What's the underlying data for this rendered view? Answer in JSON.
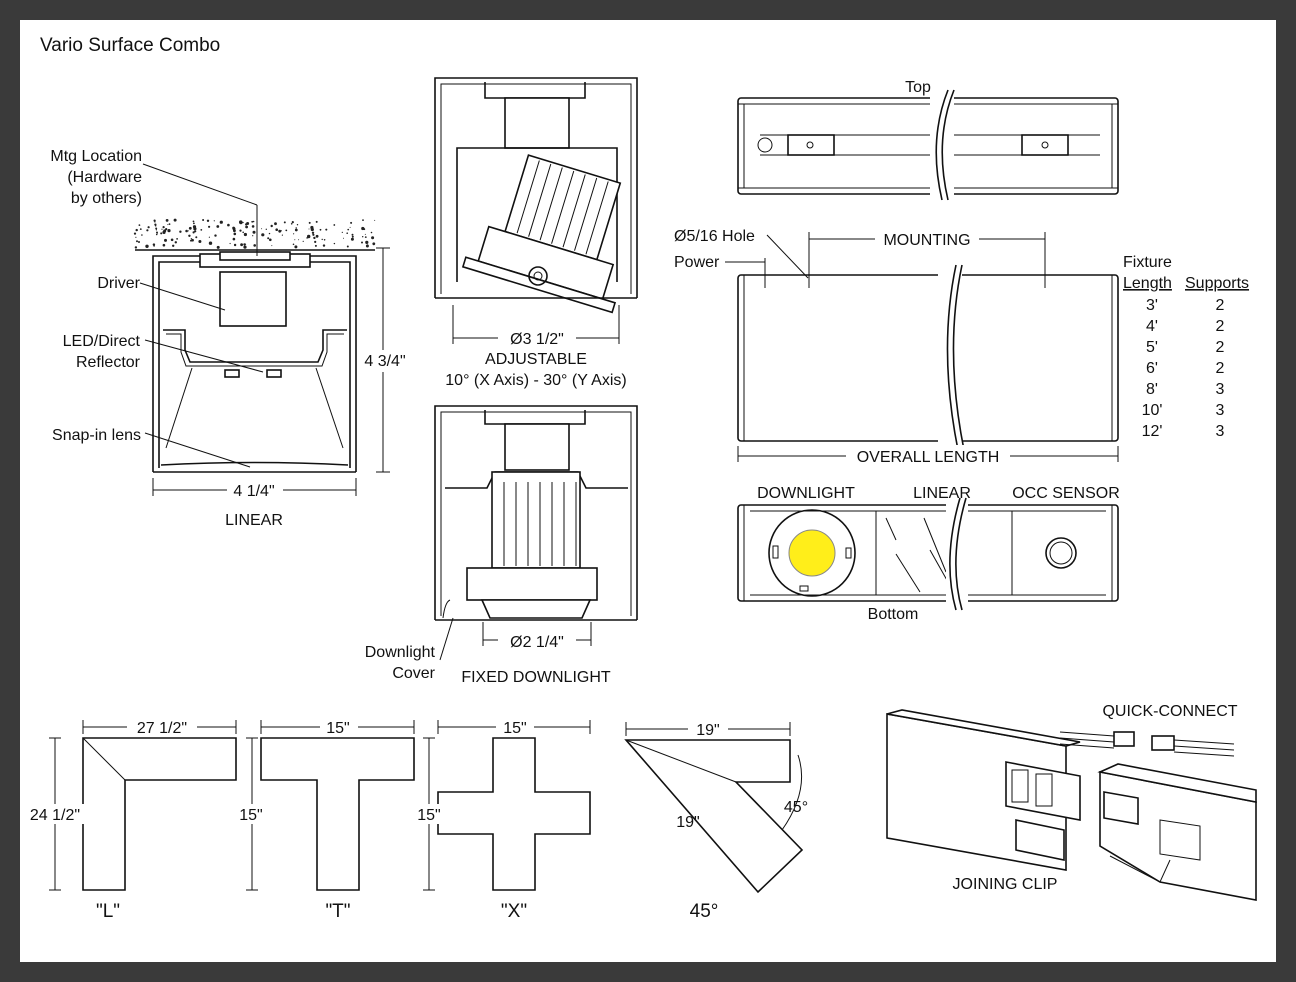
{
  "title": "Vario Surface Combo",
  "linear_section": {
    "callouts": {
      "mtg_1": "Mtg Location",
      "mtg_2": "(Hardware",
      "mtg_3": "by others)",
      "driver": "Driver",
      "led_1": "LED/Direct",
      "led_2": "Reflector",
      "lens": "Snap-in lens"
    },
    "height": "4 3/4\"",
    "width": "4 1/4\"",
    "caption": "LINEAR"
  },
  "adjustable_section": {
    "diameter": "Ø3 1/2\"",
    "caption": "ADJUSTABLE",
    "subcaption": "10° (X Axis)  -  30° (Y Axis)"
  },
  "fixed_section": {
    "diameter": "Ø2 1/4\"",
    "caption": "FIXED DOWNLIGHT",
    "cover_1": "Downlight",
    "cover_2": "Cover"
  },
  "top_view": {
    "label": "Top"
  },
  "side_view": {
    "hole": "Ø5/16 Hole",
    "power": "Power",
    "mounting": "MOUNTING",
    "overall": "OVERALL LENGTH"
  },
  "supports_table": {
    "header_fixture_1": "Fixture",
    "header_length": "Length",
    "header_supports": "Supports",
    "rows": [
      {
        "length": "3'",
        "supports": "2"
      },
      {
        "length": "4'",
        "supports": "2"
      },
      {
        "length": "5'",
        "supports": "2"
      },
      {
        "length": "6'",
        "supports": "2"
      },
      {
        "length": "8'",
        "supports": "3"
      },
      {
        "length": "10'",
        "supports": "3"
      },
      {
        "length": "12'",
        "supports": "3"
      }
    ]
  },
  "bottom_view": {
    "downlight": "DOWNLIGHT",
    "linear": "LINEAR",
    "occ": "OCC SENSOR",
    "label": "Bottom"
  },
  "connectors": {
    "l": {
      "top": "27 1/2\"",
      "side": "24 1/2\"",
      "label": "\"L\""
    },
    "t": {
      "top": "15\"",
      "side": "15\"",
      "label": "\"T\""
    },
    "x": {
      "top": "15\"",
      "side": "15\"",
      "label": "\"X\""
    },
    "a45": {
      "top": "19\"",
      "side": "19\"",
      "angle": "45°",
      "label": "45°"
    }
  },
  "joining": {
    "quick": "QUICK-CONNECT",
    "clip": "JOINING CLIP"
  },
  "colors": {
    "led": "#ffee1a",
    "frame": "#3a3a3a"
  }
}
